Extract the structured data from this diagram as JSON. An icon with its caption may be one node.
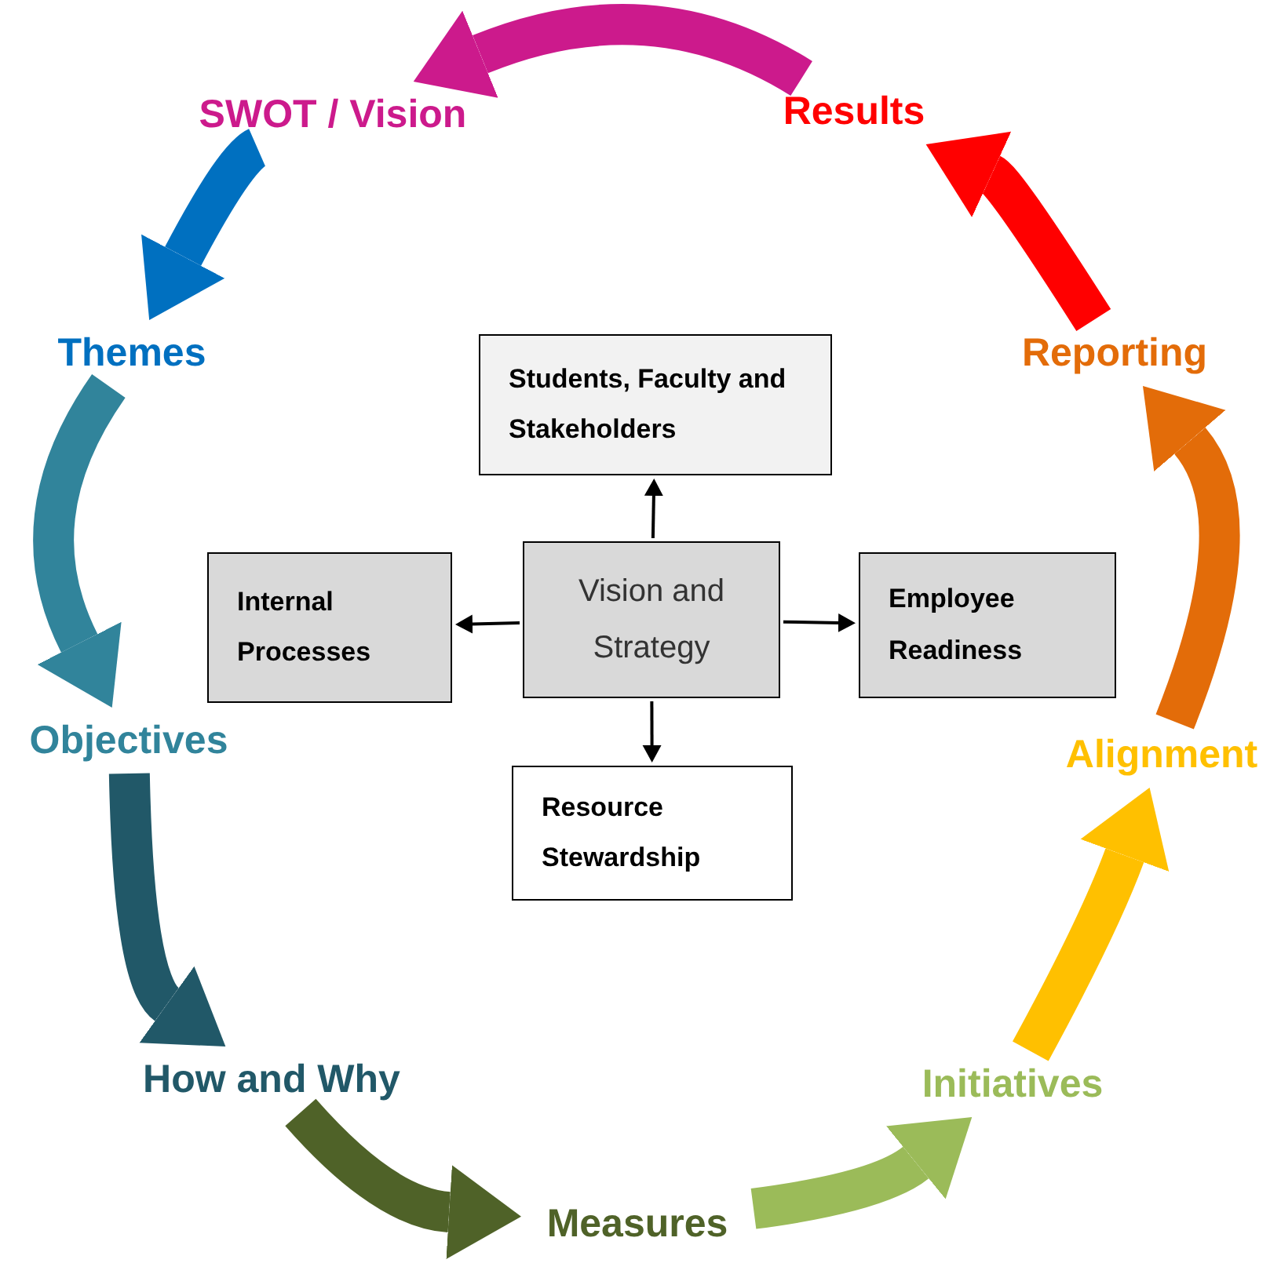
{
  "diagram": {
    "nodes": [
      {
        "text": [
          "Results"
        ]
      },
      {
        "text": [
          "SWOT / Vision"
        ]
      },
      {
        "text": [
          "Themes"
        ]
      },
      {
        "text": [
          "Reporting"
        ]
      },
      {
        "text": [
          "Students, Faculty and Stakeholders"
        ]
      },
      {
        "text": [
          "Internal Processes"
        ]
      },
      {
        "text": [
          "Vision and Strategy"
        ]
      },
      {
        "text": [
          "Employee Readiness"
        ]
      },
      {
        "text": [
          "Objectives"
        ]
      },
      {
        "text": [
          "Alignment"
        ]
      },
      {
        "text": [
          "Resource Stewardship"
        ]
      },
      {
        "text": [
          "How and Why"
        ]
      },
      {
        "text": [
          "Initiatives"
        ]
      },
      {
        "text": [
          "Measures"
        ]
      }
    ],
    "edges": [
      {
        "from": 0,
        "to": 1,
        "arrow": "to",
        "color": "#cc1a8c"
      },
      {
        "from": 1,
        "to": 2,
        "arrow": "to",
        "color": "#0070c0"
      },
      {
        "from": 2,
        "to": 8,
        "arrow": "to",
        "color": "#31849b"
      },
      {
        "from": 8,
        "to": 11,
        "arrow": "to",
        "color": "#215868"
      },
      {
        "from": 11,
        "to": 13,
        "arrow": "to",
        "color": "#4f6228"
      },
      {
        "from": 13,
        "to": 12,
        "arrow": "to",
        "color": "#9bbb59"
      },
      {
        "from": 12,
        "to": 9,
        "arrow": "to",
        "color": "#ffc000"
      },
      {
        "from": 9,
        "to": 3,
        "arrow": "to",
        "color": "#e36c09"
      },
      {
        "from": 3,
        "to": 0,
        "arrow": "to",
        "color": "#ff0000"
      },
      {
        "from": 6,
        "to": 4,
        "arrow": "to"
      },
      {
        "from": 6,
        "to": 5,
        "arrow": "to"
      },
      {
        "from": 6,
        "to": 7,
        "arrow": "to"
      },
      {
        "from": 6,
        "to": 10,
        "arrow": "to"
      }
    ]
  }
}
